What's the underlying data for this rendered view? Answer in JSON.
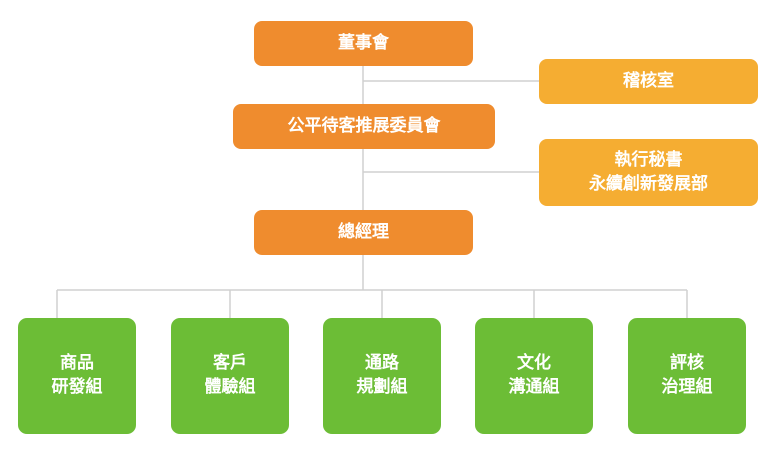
{
  "colors": {
    "main_node": "#ef8c2e",
    "side_node": "#f5ad32",
    "group_node": "#6cbd36",
    "connector": "#d0d0d0"
  },
  "chart": {
    "board": "董事會",
    "audit": "稽核室",
    "committee": "公平待客推展委員會",
    "exec": {
      "line1": "執行秘書",
      "line2": "永續創新發展部"
    },
    "gm": "總經理",
    "groups": [
      {
        "line1": "商品",
        "line2": "研發組"
      },
      {
        "line1": "客戶",
        "line2": "體驗組"
      },
      {
        "line1": "通路",
        "line2": "規劃組"
      },
      {
        "line1": "文化",
        "line2": "溝通組"
      },
      {
        "line1": "評核",
        "line2": "治理組"
      }
    ]
  }
}
